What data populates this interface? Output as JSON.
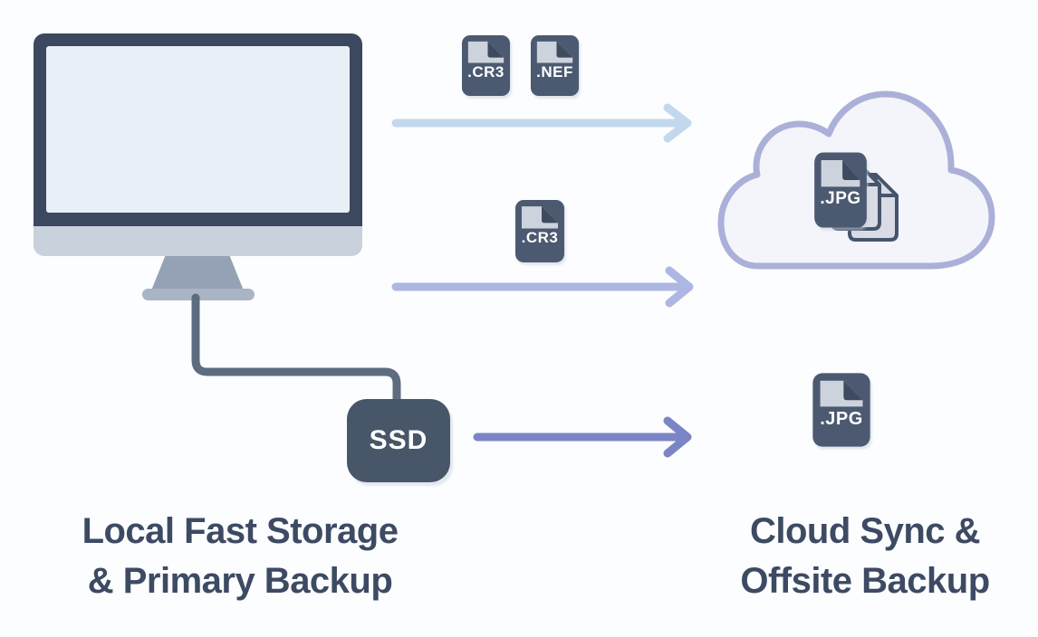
{
  "left_group": {
    "ssd_label": "SSD",
    "caption": {
      "line1": "Local Fast Storage",
      "line2": "& Primary Backup"
    }
  },
  "right_group": {
    "caption": {
      "line1": "Cloud Sync &",
      "line2": "Offsite Backup"
    }
  },
  "files": {
    "top_raw_1": ".CR3",
    "top_raw_2": ".NEF",
    "mid_raw": ".CR3",
    "cloud_jpg": ".JPG",
    "offsite_jpg": ".JPG"
  },
  "arrows": {
    "top": {
      "color": "#c3d8ec"
    },
    "middle": {
      "color": "#aeb7e2"
    },
    "bottom": {
      "color": "#7b85c5"
    }
  },
  "colors": {
    "background": "#fcfdfe",
    "monitor_frame": "#3c4860",
    "monitor_screen": "#e9eff6",
    "monitor_chin": "#c8d1dc",
    "stand": "#95a2b6",
    "cable": "#5d6c80",
    "ssd_body": "#475669",
    "file_body": "#4b5a70",
    "file_fold_panel": "#ccd3dd",
    "cloud_fill": "#f4f4fb",
    "cloud_stroke": "#abb0d8",
    "caption_text": "#3d4a63"
  }
}
